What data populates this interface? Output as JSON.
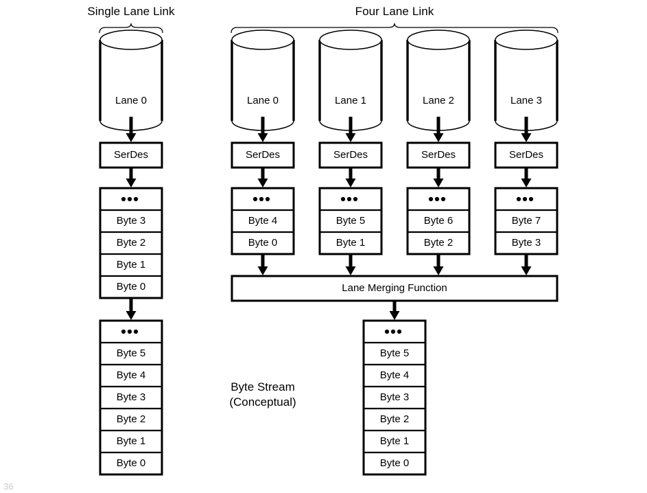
{
  "diagram": {
    "title_single": "Single Lane Link",
    "title_four": "Four Lane Link",
    "serdes_label": "SerDes",
    "merge_label": "Lane Merging Function",
    "ellipsis_glyph": "dots",
    "stream_caption_line1": "Byte Stream",
    "stream_caption_line2": "(Conceptual)",
    "page_number": "36",
    "colors": {
      "stroke": "#000000",
      "background": "#ffffff",
      "page_number": "#c9c9cf"
    }
  },
  "single_lane": {
    "group_label": "Single Lane Link",
    "cylinder_label": "Lane 0",
    "serdes_label": "SerDes",
    "queue_cells": [
      "dots",
      "Byte 3",
      "Byte 2",
      "Byte 1",
      "Byte 0"
    ],
    "stream_cells": [
      "dots",
      "Byte 5",
      "Byte 4",
      "Byte 3",
      "Byte 2",
      "Byte 1",
      "Byte 0"
    ]
  },
  "four_lane": {
    "group_label": "Four Lane Link",
    "lanes": [
      {
        "cylinder_label": "Lane 0",
        "serdes_label": "SerDes",
        "queue_cells": [
          "dots",
          "Byte 4",
          "Byte 0"
        ]
      },
      {
        "cylinder_label": "Lane 1",
        "serdes_label": "SerDes",
        "queue_cells": [
          "dots",
          "Byte 5",
          "Byte 1"
        ]
      },
      {
        "cylinder_label": "Lane 2",
        "serdes_label": "SerDes",
        "queue_cells": [
          "dots",
          "Byte 6",
          "Byte 2"
        ]
      },
      {
        "cylinder_label": "Lane 3",
        "serdes_label": "SerDes",
        "queue_cells": [
          "dots",
          "Byte 7",
          "Byte 3"
        ]
      }
    ],
    "merge_label": "Lane Merging Function",
    "stream_cells": [
      "dots",
      "Byte 5",
      "Byte 4",
      "Byte 3",
      "Byte 2",
      "Byte 1",
      "Byte 0"
    ]
  }
}
